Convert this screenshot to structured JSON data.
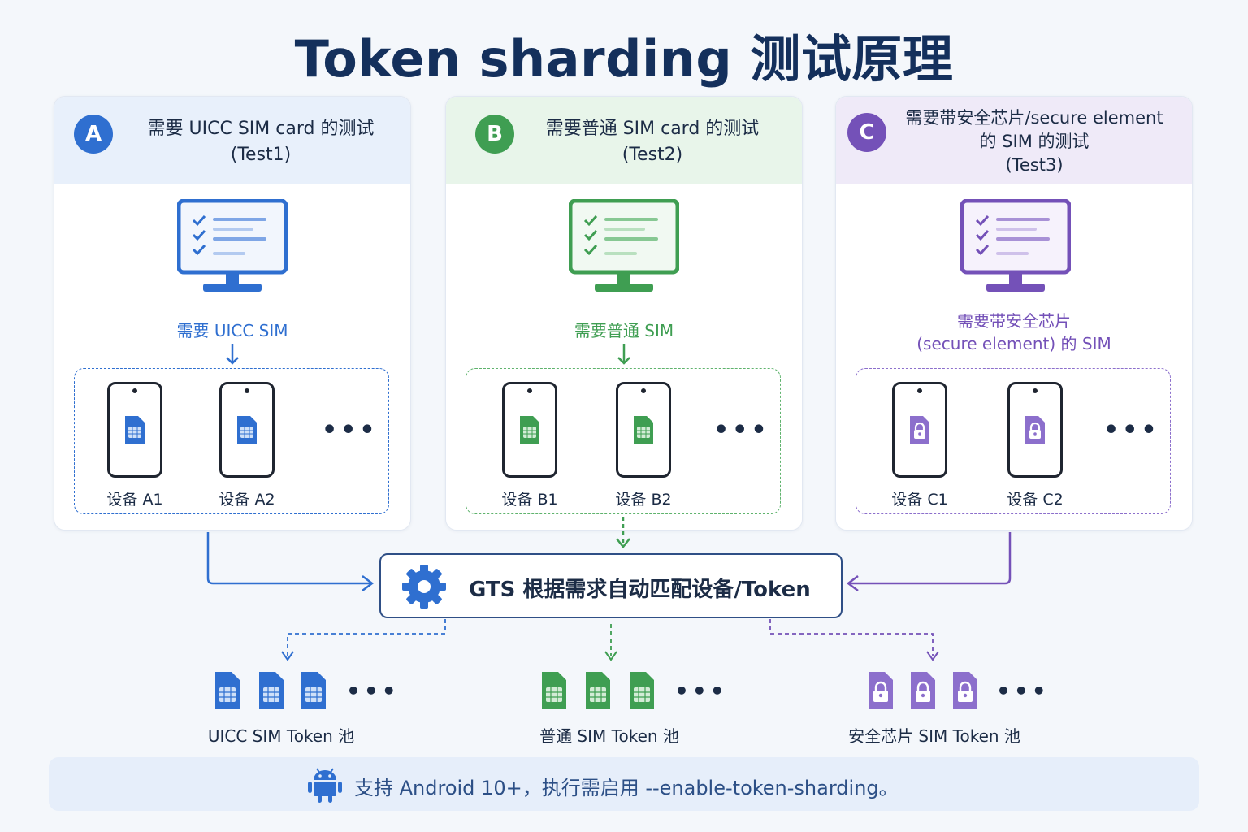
{
  "title": "Token sharding 测试原理",
  "colors": {
    "blue": "#2f6fd0",
    "green": "#3f9e52",
    "purple": "#7451b8",
    "navy": "#2f4f86"
  },
  "cards": [
    {
      "badge": "A",
      "heading_line1": "需要 UICC SIM card 的测试",
      "heading_line2": "(Test1)",
      "requirement_line1": "需要 UICC SIM",
      "devices": [
        "设备 A1",
        "设备 A2"
      ],
      "ellipsis": "•••",
      "sim_icon": "sim-card-icon"
    },
    {
      "badge": "B",
      "heading_line1": "需要普通 SIM card 的测试",
      "heading_line2": "(Test2)",
      "requirement_line1": "需要普通 SIM",
      "devices": [
        "设备 B1",
        "设备 B2"
      ],
      "ellipsis": "•••",
      "sim_icon": "sim-card-icon"
    },
    {
      "badge": "C",
      "heading_line1": "需要带安全芯片/secure element",
      "heading_line2": "的 SIM 的测试",
      "heading_line3": "(Test3)",
      "requirement_line1": "需要带安全芯片",
      "requirement_line2": "(secure element) 的 SIM",
      "devices": [
        "设备 C1",
        "设备 C2"
      ],
      "ellipsis": "•••",
      "sim_icon": "lock-sim-icon"
    }
  ],
  "gts": {
    "icon": "gear-icon",
    "label": "GTS 根据需求自动匹配设备/Token"
  },
  "token_pools": [
    {
      "label": "UICC SIM Token 池",
      "ellipsis": "•••"
    },
    {
      "label": "普通 SIM Token 池",
      "ellipsis": "•••"
    },
    {
      "label": "安全芯片 SIM Token 池",
      "ellipsis": "•••"
    }
  ],
  "note": {
    "icon": "android-icon",
    "text": "支持 Android 10+，执行需启用 --enable-token-sharding。"
  }
}
